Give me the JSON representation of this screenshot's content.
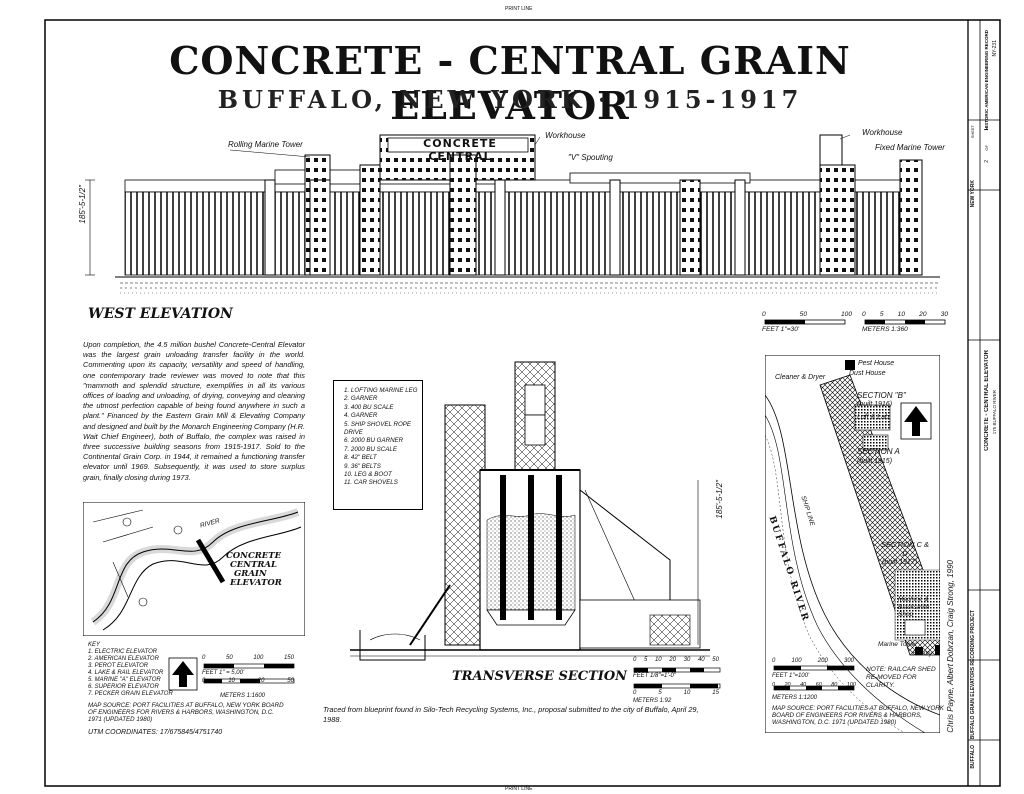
{
  "title": "CONCRETE - CENTRAL GRAIN ELEVATOR",
  "subtitle": "BUFFALO, NEW YORK · 1915-1917",
  "elevation": {
    "heading": "WEST ELEVATION",
    "sign_text": "CONCRETE CENTRAL",
    "labels": {
      "rolling_marine_tower": "Rolling Marine Tower",
      "workhouse_left": "Workhouse",
      "v_spouting": "\"V\" Spouting",
      "workhouse_right": "Workhouse",
      "fixed_marine_tower": "Fixed Marine Tower",
      "height_dim": "185'-5-1/2\""
    },
    "scale_feet_ticks": [
      "0",
      "50",
      "100"
    ],
    "scale_feet_label": "FEET 1\"=30'",
    "scale_meters_ticks": [
      "0",
      "5",
      "10",
      "20",
      "30"
    ],
    "scale_meters_label": "METERS 1:360"
  },
  "description": "Upon completion, the 4.5 million bushel Concrete-Central Elevator was the largest grain unloading transfer facility in the world. Commenting upon its capacity, versatility and speed of handling, one contemporary trade reviewer was moved to note that this \"mammoth and splendid structure, exemplifies in all its various offices of loading and unloading, of drying, conveying and cleaning the utmost perfection capable of being found anywhere in such a plant.\" Financed by the Eastern Grain Mill & Elevating Company and designed and built by the Monarch Engineering Company (H.R. Wait Chief Engineer), both of Buffalo, the complex was raised in three successive building seasons from 1915-1917. Sold to the Continental Grain Corp. in 1944, it remained a functioning transfer elevator until 1969. Subsequently, it was used to store surplus grain, finally closing during 1973.",
  "location_map": {
    "label_concrete": "CONCRETE",
    "label_central": "CENTRAL",
    "label_grain": "GRAIN",
    "label_elevator": "ELEVATOR",
    "label_river": "RIVER",
    "key_title": "KEY",
    "key_items": [
      "1. ELECTRIC ELEVATOR",
      "2. AMERICAN ELEVATOR",
      "3. PEROT ELEVATOR",
      "4. LAKE & RAIL ELEVATOR",
      "5. MARINE \"A\" ELEVATOR",
      "6. SUPERIOR ELEVATOR",
      "7. PECKER GRAIN ELEVATOR"
    ],
    "scale_feet_ticks": [
      "0",
      "50",
      "100",
      "150"
    ],
    "scale_feet_label": "FEET 1\" = 5,00'",
    "scale_meters_ticks": [
      "0",
      "10",
      "20",
      "50"
    ],
    "scale_meters_label": "METERS 1:1600",
    "source": "MAP SOURCE: PORT FACILITIES AT BUFFALO, NEW YORK BOARD OF ENGINEERS FOR RIVERS & HARBORS, WASHINGTON, D.C. 1971 (UPDATED 1980)",
    "utm": "UTM COORDINATES: 17/675845/4751740"
  },
  "section": {
    "legend": [
      "1. LOFTING MARINE LEG",
      "2. GARNER",
      "3. 400 BU SCALE",
      "4. GARNER",
      "5. SHIP SHOVEL ROPE DRIVE",
      "6. 2000 BU GARNER",
      "7. 2000 BU SCALE",
      "8. 42\" BELT",
      "9. 36\" BELTS",
      "10. LEG & BOOT",
      "11. CAR SHOVELS"
    ],
    "heading": "TRANSVERSE SECTION",
    "height_dim": "185'-5-1/2\"",
    "scale_feet_ticks": [
      "0",
      "5",
      "10",
      "20",
      "30",
      "40",
      "50"
    ],
    "scale_feet_label": "FEET 1/8\"=1'-0\"",
    "scale_meters_ticks": [
      "0",
      "5",
      "10",
      "15"
    ],
    "scale_meters_label": "METERS 1:92",
    "traced_note": "Traced from blueprint found in Silo-Tech Recycling Systems, Inc., proposal submitted to the city of Buffalo, April 29, 1988."
  },
  "site_plan": {
    "labels": {
      "pest_house": "Pest House",
      "dust_house": "Dust House",
      "cleaner_dryer": "Cleaner & Dryer",
      "section_b": "SECTION \"B\"",
      "built_1916": "(built 1916)",
      "loft_lab": "Loft & Lab",
      "section_a": "SECTION A",
      "built_1915": "(built 1915)",
      "section_cd": "SECTION C & D",
      "built_1917": "(built 1917)",
      "machine_shop": "Machine & Blacksmith Shop",
      "marine_tower": "Marine Tower",
      "shanty": "Shanty",
      "buffalo_river": "BUFFALO RIVER",
      "ship_line": "SHIP LINE"
    },
    "scale_feet_ticks": [
      "0",
      "100",
      "200",
      "300"
    ],
    "scale_feet_label": "FEET 1\"=100'",
    "scale_meters_ticks": [
      "0",
      "20",
      "40",
      "60",
      "80",
      "100"
    ],
    "scale_meters_label": "METERS 1:1200",
    "note": "NOTE: RAILCAR SHED RE-MOVED FOR CLARITY.",
    "source": "MAP SOURCE: PORT FACILITIES AT BUFFALO, NEW YORK BOARD OF ENGINEERS FOR RIVERS & HARBORS, WASHINGTON, D.C. 1971 (UPDATED 1980)"
  },
  "credits": "Chris Payne, Albert Dobrzan, Craig Strong, 1990",
  "title_block": {
    "project": "BUFFALO GRAIN ELEVATORS RECORDING PROJECT",
    "city": "BUFFALO",
    "state": "NEW YORK",
    "drawing_title": "CONCRETE - CENTRAL ELEVATOR",
    "drawing_sub": "175 BUFFALO RIVER",
    "agency": "HISTORIC AMERICAN ENGINEERING RECORD",
    "survey_no": "NY-231",
    "sheet_label": "SHEET",
    "sheet_no": "1",
    "of": "OF",
    "sheet_total": "2"
  },
  "frame_marks": {
    "top": "PRINT LINE",
    "bottom": "PRINT LINE"
  }
}
